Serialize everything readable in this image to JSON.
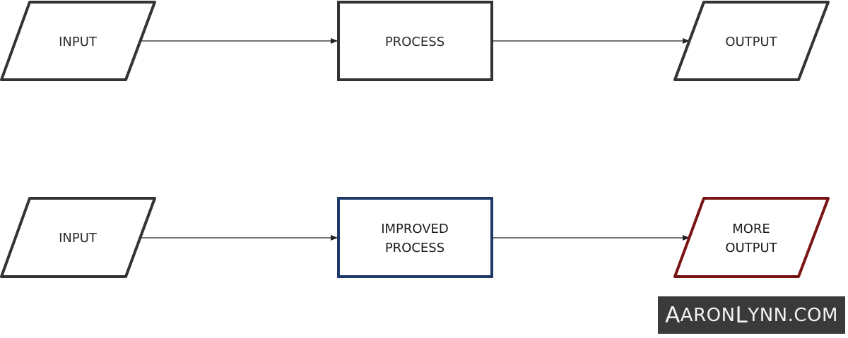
{
  "diagram": {
    "row1": {
      "input_label": "INPUT",
      "process_label": "PROCESS",
      "output_label": "OUTPUT"
    },
    "row2": {
      "input_label": "INPUT",
      "process_label_line1": "IMPROVED",
      "process_label_line2": "PROCESS",
      "output_label_line1": "MORE",
      "output_label_line2": "OUTPUT"
    }
  },
  "colors": {
    "default_stroke": "#333333",
    "improved_process_stroke": "#1f3a68",
    "more_output_stroke": "#7a1414",
    "watermark_background": "#3a3a3a",
    "watermark_text": "#f2f2f2"
  },
  "watermark": {
    "first_a": "A",
    "aron": "ARON",
    "l": "L",
    "ynn_com": "YNN.COM"
  }
}
